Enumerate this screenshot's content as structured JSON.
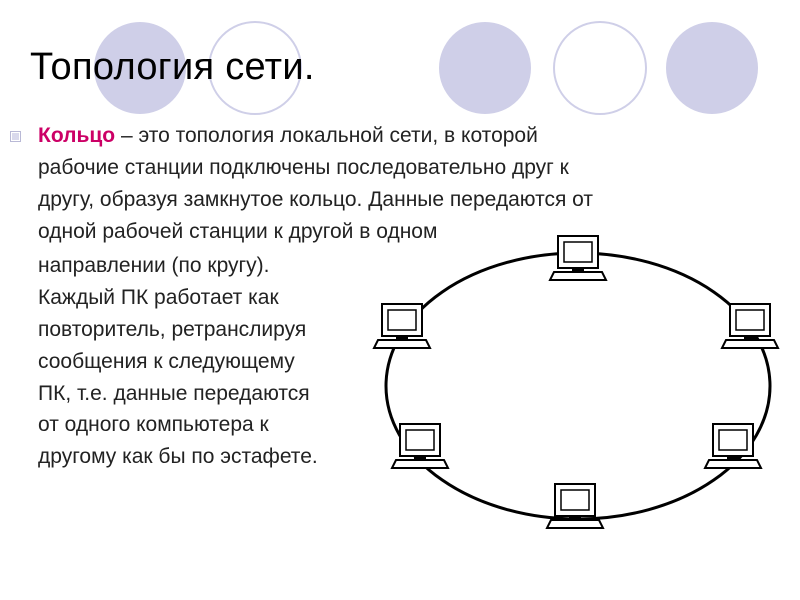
{
  "slide": {
    "title": "Топология сети.",
    "term": "Кольцо",
    "first_line_rest": " – это топология локальной сети, в которой",
    "lines": [
      "рабочие станции подключены последовательно друг к",
      "другу, образуя замкнутое кольцо. Данные передаются от",
      "одной рабочей станции к другой в одном",
      "направлении (по кругу).",
      "Каждый ПК работает как",
      "повторитель, ретранслируя",
      "сообщения к следующему",
      "ПК, т.е. данные передаются",
      "от одного компьютера к",
      "другому как бы по эстафете."
    ]
  },
  "colors": {
    "circle_fill": "#cfcfe8",
    "circle_outline": "#cfcfe8",
    "term": "#cc0066",
    "text": "#222222",
    "bullet": "#c9c9e0"
  },
  "diagram": {
    "type": "ring-topology",
    "computers": 6
  }
}
